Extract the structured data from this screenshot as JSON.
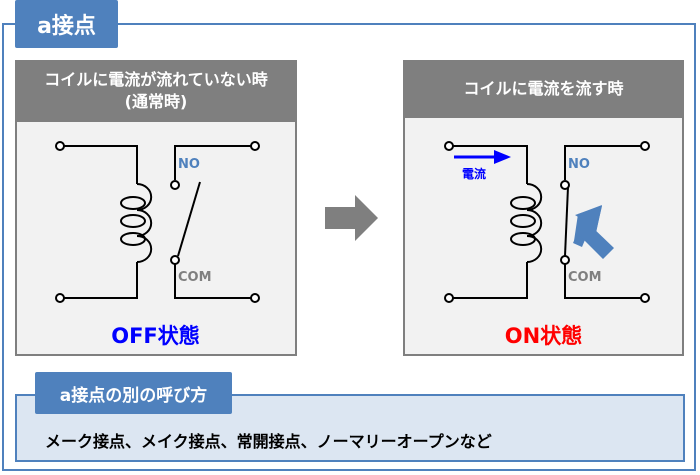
{
  "title": "a接点",
  "left_panel": {
    "header_line1": "コイルに電流が流れていない時",
    "header_line2": "(通常時)",
    "no_label": "NO",
    "com_label": "COM",
    "state": "OFF状態"
  },
  "right_panel": {
    "header": "コイルに電流を流す時",
    "current_label": "電流",
    "no_label": "NO",
    "com_label": "COM",
    "state": "ON状態"
  },
  "alt_names": {
    "title": "a接点の別の呼び方",
    "text": "メーク接点、メイク接点、常開接点、ノーマリーオープンなど"
  },
  "colors": {
    "accent": "#4f81bd",
    "off": "#0000ff",
    "on": "#ff0000",
    "header": "#7f7f7f"
  }
}
